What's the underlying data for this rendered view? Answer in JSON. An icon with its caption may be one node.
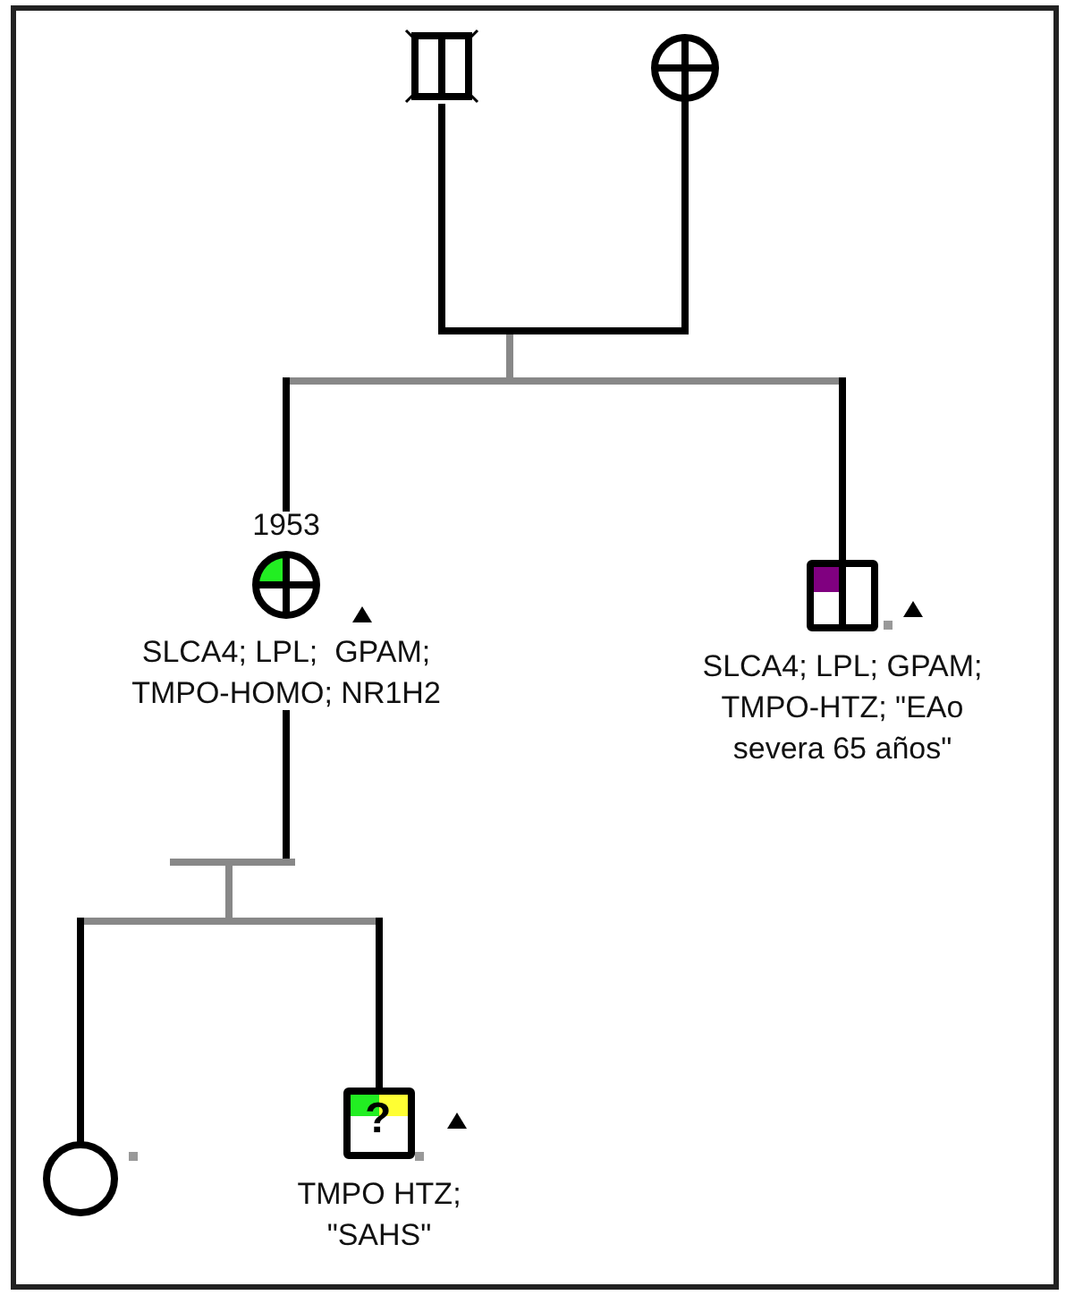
{
  "diagram": {
    "nodes": [
      {
        "text": [],
        "shape": "box"
      },
      {
        "text": [],
        "shape": "circle"
      },
      {
        "text": [
          "SLCA4; LPL;  GPAM; TMPO-HOMO; NR1H2"
        ],
        "beside": [
          "1953"
        ]
      },
      {
        "text": [
          "SLCA4; LPL; GPAM; TMPO-HTZ; \"EAo severa 65 años\""
        ]
      },
      {
        "text": [],
        "shape": "circle"
      },
      {
        "text": [
          "TMPO HTZ; \"SAHS\""
        ]
      }
    ],
    "edges": [
      {
        "from": 0,
        "to": 2,
        "arrow": "none"
      },
      {
        "from": 1,
        "to": 2,
        "arrow": "none"
      },
      {
        "from": 0,
        "to": 3,
        "arrow": "none"
      },
      {
        "from": 1,
        "to": 3,
        "arrow": "none"
      },
      {
        "from": 2,
        "to": 4,
        "arrow": "none"
      },
      {
        "from": 2,
        "to": 5,
        "arrow": "none"
      }
    ],
    "labels": [
      "?"
    ]
  }
}
